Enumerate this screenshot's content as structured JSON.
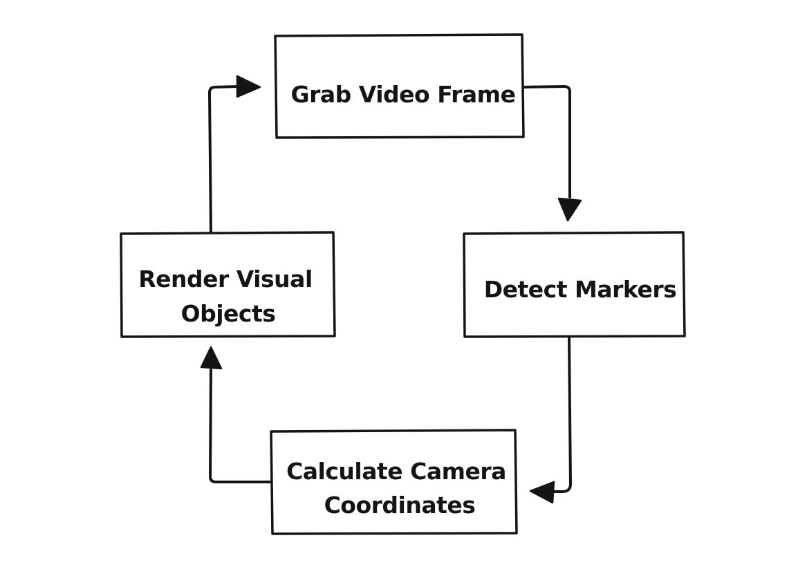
{
  "diagram": {
    "type": "cycle-flowchart",
    "colors": {
      "stroke": "#141414",
      "background": "#ffffff",
      "text": "#141414"
    },
    "nodes": [
      {
        "id": "grab",
        "label": "Grab Video Frame"
      },
      {
        "id": "detect",
        "label": "Detect Markers"
      },
      {
        "id": "calc",
        "label_line1": "Calculate Camera",
        "label_line2": "Coordinates"
      },
      {
        "id": "render",
        "label_line1": "Render Visual",
        "label_line2": "Objects"
      }
    ],
    "edges": [
      {
        "from": "grab",
        "to": "detect"
      },
      {
        "from": "detect",
        "to": "calc"
      },
      {
        "from": "calc",
        "to": "render"
      },
      {
        "from": "render",
        "to": "grab"
      }
    ]
  }
}
